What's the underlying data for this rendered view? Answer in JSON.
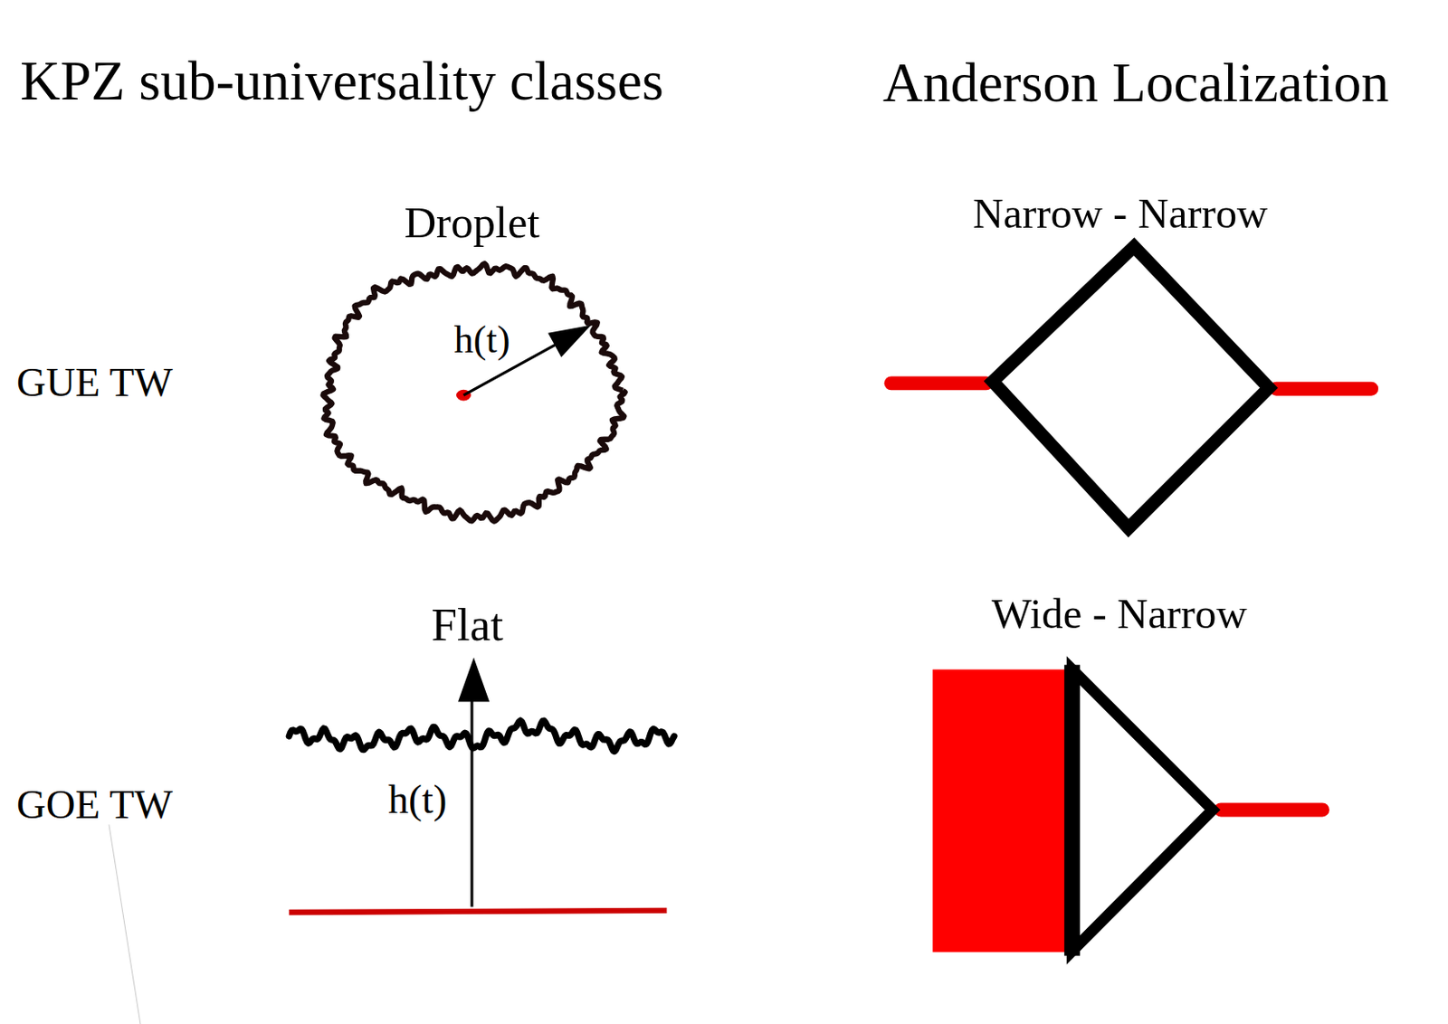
{
  "diagram": {
    "labels": [
      "KPZ sub-universality classes",
      "Anderson Localization",
      "Droplet",
      "h(t)",
      "GUE TW",
      "Narrow - Narrow",
      "Flat",
      "Wide - Narrow",
      "h(t)",
      "GOE TW"
    ]
  }
}
